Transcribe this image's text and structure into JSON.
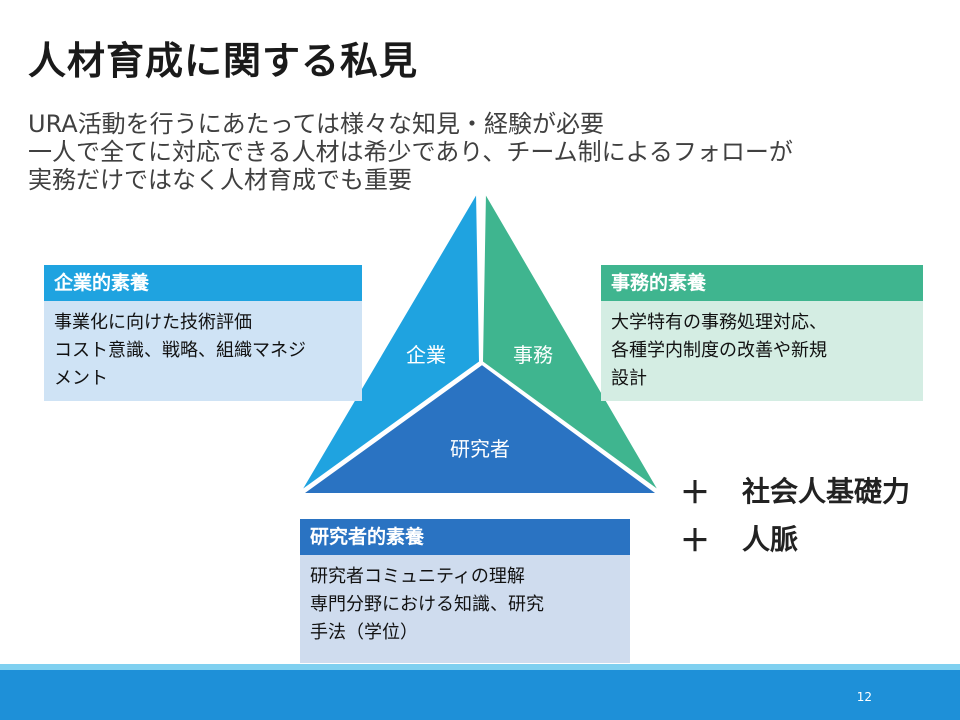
{
  "title": "人材育成に関する私見",
  "intro_lines": [
    "URA活動を行うにあたっては様々な知見・経験が必要",
    "一人で全てに対応できる人材は希少であり、チーム制によるフォローが",
    "実務だけではなく人材育成でも重要"
  ],
  "pyramid": {
    "left_label": "企業",
    "right_label": "事務",
    "bottom_label": "研究者",
    "colors": {
      "left": "#1fa3e0",
      "right": "#3fb58f",
      "bottom": "#2a73c2"
    }
  },
  "boxes": {
    "company": {
      "heading": "企業的素養",
      "lines": [
        "事業化に向けた技術評価",
        "コスト意識、戦略、組織マネジ",
        "メント"
      ]
    },
    "office": {
      "heading": "事務的素養",
      "lines": [
        "大学特有の事務処理対応、",
        "各種学内制度の改善や新規",
        "設計"
      ]
    },
    "research": {
      "heading": "研究者的素養",
      "lines": [
        "研究者コミュニティの理解",
        "専門分野における知識、研究",
        "手法（学位）"
      ]
    }
  },
  "extras": [
    {
      "sign": "＋",
      "text": "社会人基礎力"
    },
    {
      "sign": "＋",
      "text": "人脈"
    }
  ],
  "page_number": "12"
}
